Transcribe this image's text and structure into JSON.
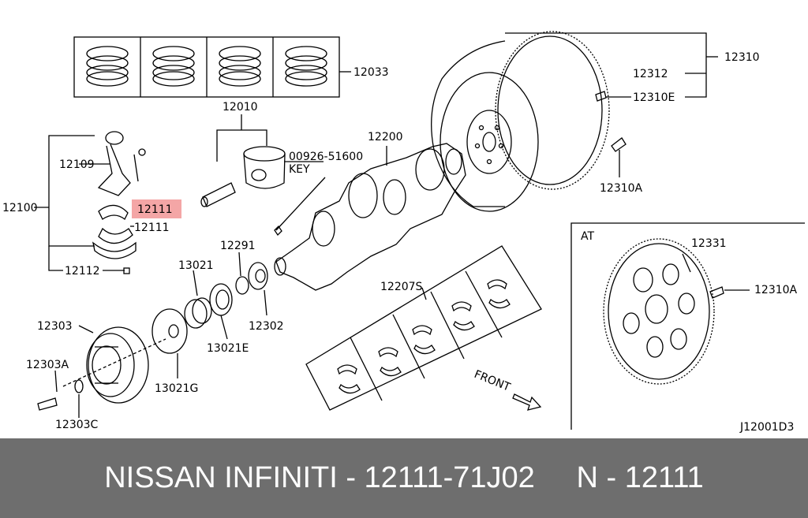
{
  "diagram": {
    "highlight_color": "#f4a6a6",
    "highlighted_part": "12111",
    "labels": {
      "p12033": "12033",
      "p12010": "12010",
      "p12109": "12109",
      "p12100": "12100",
      "p12111_highlight": "12111",
      "p12111": "12111",
      "p12112": "12112",
      "p12303": "12303",
      "p12303a": "12303A",
      "p12303c": "12303C",
      "p13021": "13021",
      "p13021e": "13021E",
      "p13021g": "13021G",
      "p12291": "12291",
      "p12302": "12302",
      "p00926": "00926-51600",
      "key": "KEY",
      "p12200": "12200",
      "p12207s": "12207S",
      "p12310": "12310",
      "p12312": "12312",
      "p12310e": "12310E",
      "p12310a": "12310A",
      "at": "AT",
      "p12331": "12331",
      "p12310a_at": "12310A",
      "front": "FRONT",
      "code": "J12001D3"
    }
  },
  "footer": {
    "text": "NISSAN INFINITI - 12111-71J02     N - 12111"
  }
}
